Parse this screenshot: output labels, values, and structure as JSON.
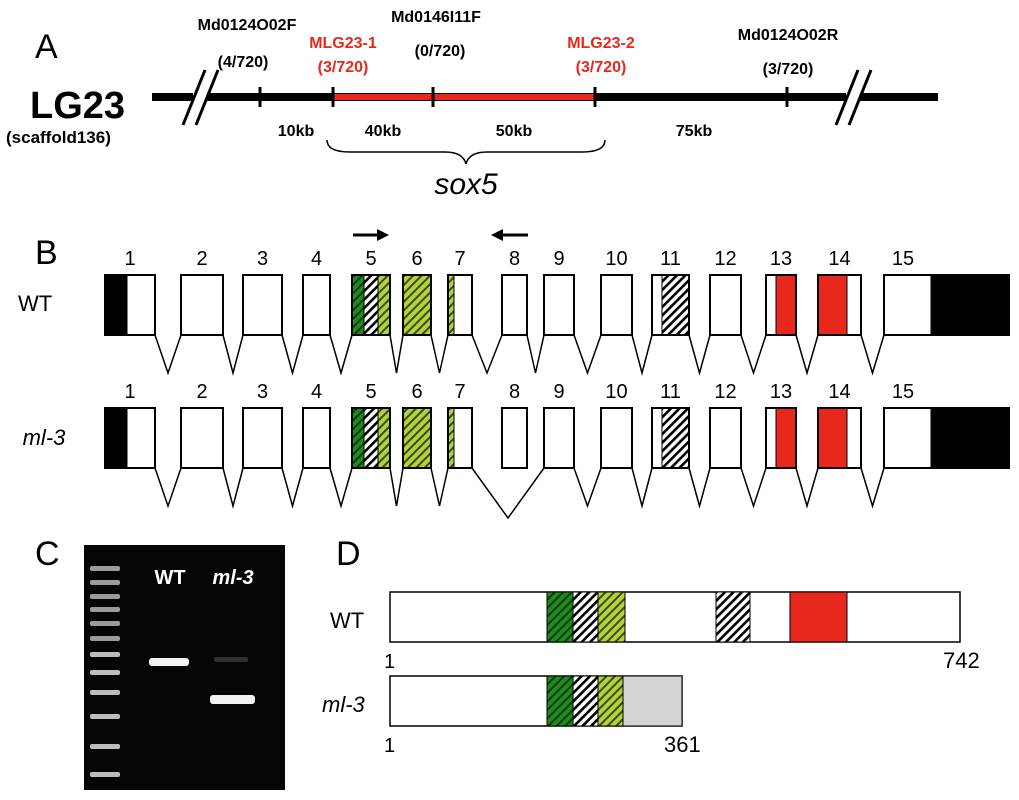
{
  "colors": {
    "red": "#e8281c",
    "green": "#1f8a1f",
    "yellow_green": "#b4d23c",
    "gray": "#d4d4d4",
    "black": "#000000"
  },
  "panel_a": {
    "letter": "A",
    "chromosome": "LG23",
    "scaffold": "(scaffold136)",
    "markers": [
      {
        "name": "Md0124O02F",
        "count": "(4/720)",
        "color": "black"
      },
      {
        "name": "MLG23-1",
        "count": "(3/720)",
        "color": "red"
      },
      {
        "name": "Md0146I11F",
        "count": "(0/720)",
        "color": "black"
      },
      {
        "name": "MLG23-2",
        "count": "(3/720)",
        "color": "red"
      },
      {
        "name": "Md0124O02R",
        "count": "(3/720)",
        "color": "black"
      }
    ],
    "distances": [
      "10kb",
      "40kb",
      "50kb",
      "75kb"
    ],
    "gene": "sox5"
  },
  "panel_b": {
    "letter": "B",
    "exon_numbers": [
      "1",
      "2",
      "3",
      "4",
      "5",
      "6",
      "7",
      "8",
      "9",
      "10",
      "11",
      "12",
      "13",
      "14",
      "15"
    ],
    "rows": [
      {
        "label": "WT"
      },
      {
        "label": "ml-3"
      }
    ]
  },
  "panel_c": {
    "letter": "C",
    "lanes": [
      "WT",
      "ml-3"
    ]
  },
  "panel_d": {
    "letter": "D",
    "proteins": [
      {
        "label": "WT",
        "start": "1",
        "end": "742"
      },
      {
        "label": "ml-3",
        "start": "1",
        "end": "361"
      }
    ]
  }
}
